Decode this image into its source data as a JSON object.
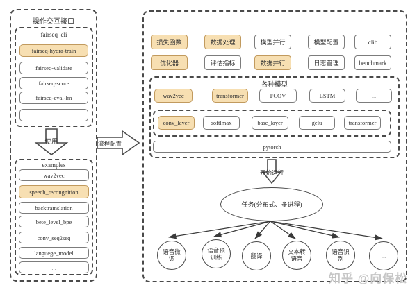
{
  "colors": {
    "highlight_fill": "#f7dfb2",
    "highlight_border": "#c19a5e",
    "box_border": "#7c7c7c",
    "dashed_border": "#4a4a4a",
    "text": "#333333",
    "watermark": "#c6c6c6"
  },
  "left": {
    "title": "操作交互接口",
    "cli": {
      "title": "fairseq_cli",
      "items": [
        {
          "label": "fairseq-hydra-train",
          "highlight": true
        },
        {
          "label": "fairseq-validate",
          "highlight": false
        },
        {
          "label": "fairseq-score",
          "highlight": false
        },
        {
          "label": "fairseq-eval-lm",
          "highlight": false
        },
        {
          "label": "...",
          "highlight": false
        }
      ]
    },
    "use_arrow_label": "使用",
    "examples": {
      "title": "examples",
      "items": [
        {
          "label": "wav2vec",
          "highlight": false
        },
        {
          "label": "speech_recongnition",
          "highlight": true
        },
        {
          "label": "backtramslation",
          "highlight": false
        },
        {
          "label": "bete_level_bpe",
          "highlight": false
        },
        {
          "label": "conv_seq2seq",
          "highlight": false
        },
        {
          "label": "languege_model",
          "highlight": false
        },
        {
          "label": "...",
          "highlight": false
        }
      ]
    }
  },
  "flow_arrow": {
    "label": "流程配置"
  },
  "right": {
    "modules_row1": [
      {
        "label": "损失函数",
        "highlight": true
      },
      {
        "label": "数据处理",
        "highlight": true
      },
      {
        "label": "模型并行",
        "highlight": false
      },
      {
        "label": "模型配置",
        "highlight": false
      },
      {
        "label": "clib",
        "highlight": false
      }
    ],
    "modules_row2": [
      {
        "label": "优化器",
        "highlight": true
      },
      {
        "label": "评估指标",
        "highlight": false
      },
      {
        "label": "数据并行",
        "highlight": true
      },
      {
        "label": "日志管理",
        "highlight": false
      },
      {
        "label": "benchmark",
        "highlight": false
      }
    ],
    "models": {
      "title": "各种模型",
      "items": [
        {
          "label": "wav2vec",
          "highlight": true
        },
        {
          "label": "transformer",
          "highlight": true
        },
        {
          "label": "FCOV",
          "highlight": false
        },
        {
          "label": "LSTM",
          "highlight": false
        },
        {
          "label": "...",
          "highlight": false
        }
      ]
    },
    "layers": {
      "items": [
        {
          "label": "conv_layer",
          "highlight": true
        },
        {
          "label": "softlmax",
          "highlight": false
        },
        {
          "label": "base_layer",
          "highlight": false
        },
        {
          "label": "gelu",
          "highlight": false
        },
        {
          "label": "transformer",
          "highlight": false
        }
      ]
    },
    "framework_label": "pytorch",
    "run_arrow_label": "开始运行",
    "task_label": "任务(分布式、多进程)",
    "tasks": [
      {
        "label": "语音微调",
        "highlight": true
      },
      {
        "label": "语音预训练",
        "highlight": true
      },
      {
        "label": "翻译",
        "highlight": false
      },
      {
        "label": "文本转语音",
        "highlight": false
      },
      {
        "label": "语音识别",
        "highlight": false
      },
      {
        "label": "...",
        "highlight": false
      }
    ]
  },
  "watermark": {
    "text": "知乎 @向保松"
  }
}
